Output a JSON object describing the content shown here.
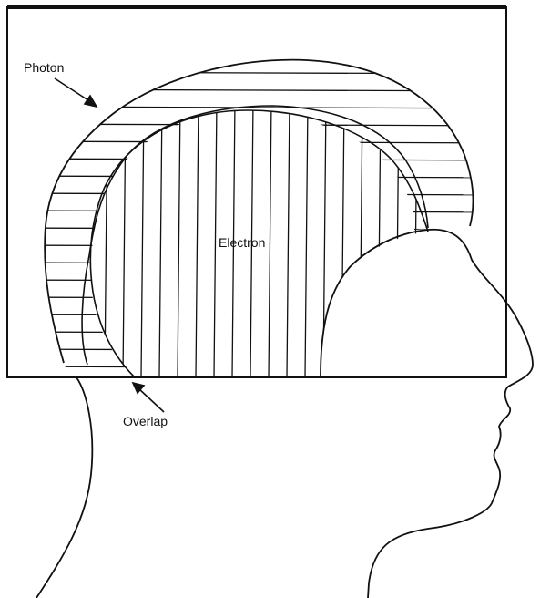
{
  "labels": {
    "photon": "Photon",
    "electron": "Electron",
    "overlap": "Overlap"
  },
  "colors": {
    "ink": "#111111",
    "background": "#ffffff"
  }
}
